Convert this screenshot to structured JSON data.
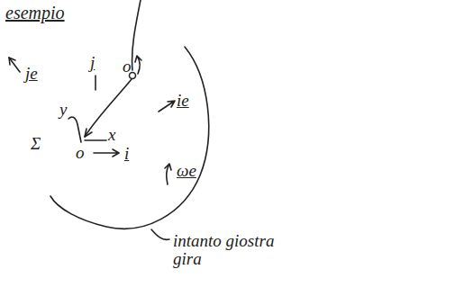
{
  "diagram": {
    "title": "esempio",
    "labels": [
      "je",
      "j",
      "y",
      "Σ",
      "o",
      "o",
      "x",
      "i",
      "ie",
      "ωe",
      "intanto giostra gira"
    ]
  }
}
